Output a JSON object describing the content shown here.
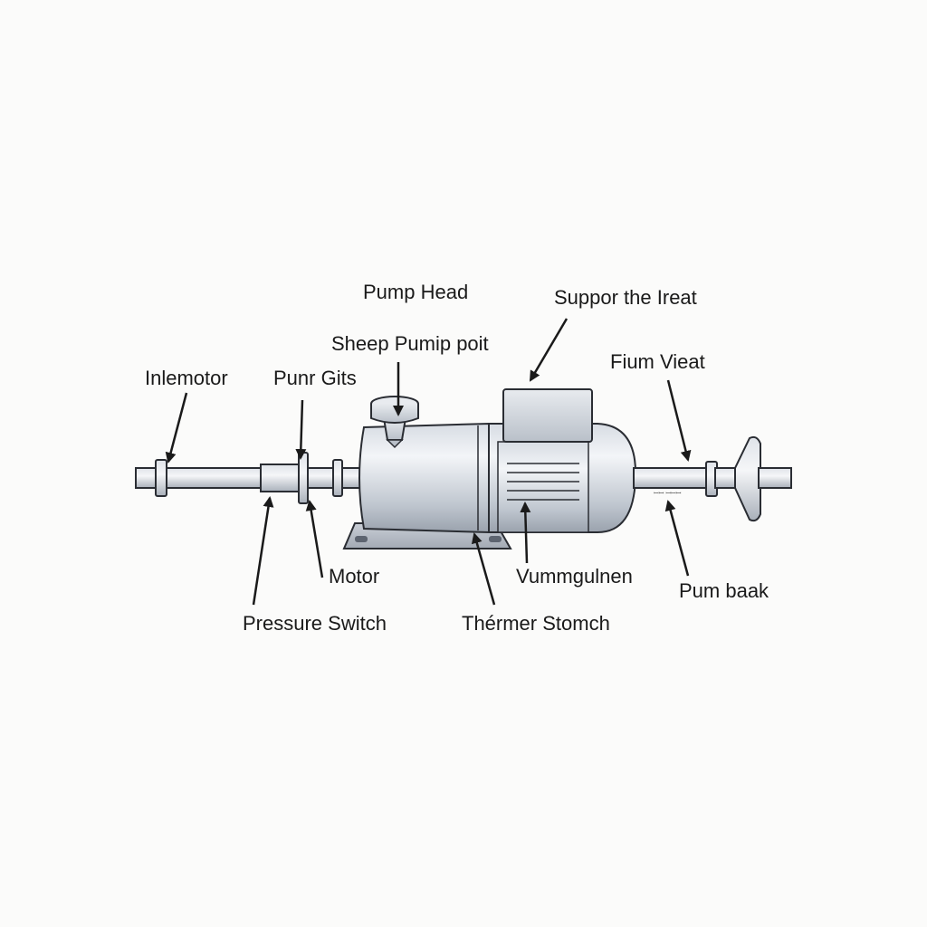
{
  "labels": {
    "pump_head": "Pump Head",
    "suppor_the_ireat": "Suppor the Ireat",
    "sheep_pumip_poit": "Sheep Pumip poit",
    "inlemotor": "Inlemotor",
    "punr_gits": "Punr Gits",
    "fium_vieat": "Fium Vieat",
    "motor": "Motor",
    "vummgulnen": "Vummgulnen",
    "pum_baak": "Pum baak",
    "pressure_switch": "Pressure Switch",
    "thermer_stomch": "Thérmer Stomch"
  },
  "tiny_text": "ꟷꟷ ꟷꟷꟷ",
  "colors": {
    "background": "#fbfbfa",
    "metal_light": "#e6e9ee",
    "metal_mid": "#c2c8d1",
    "metal_dark": "#8e96a2",
    "outline": "#2a2d33",
    "text": "#1a1a1a"
  }
}
